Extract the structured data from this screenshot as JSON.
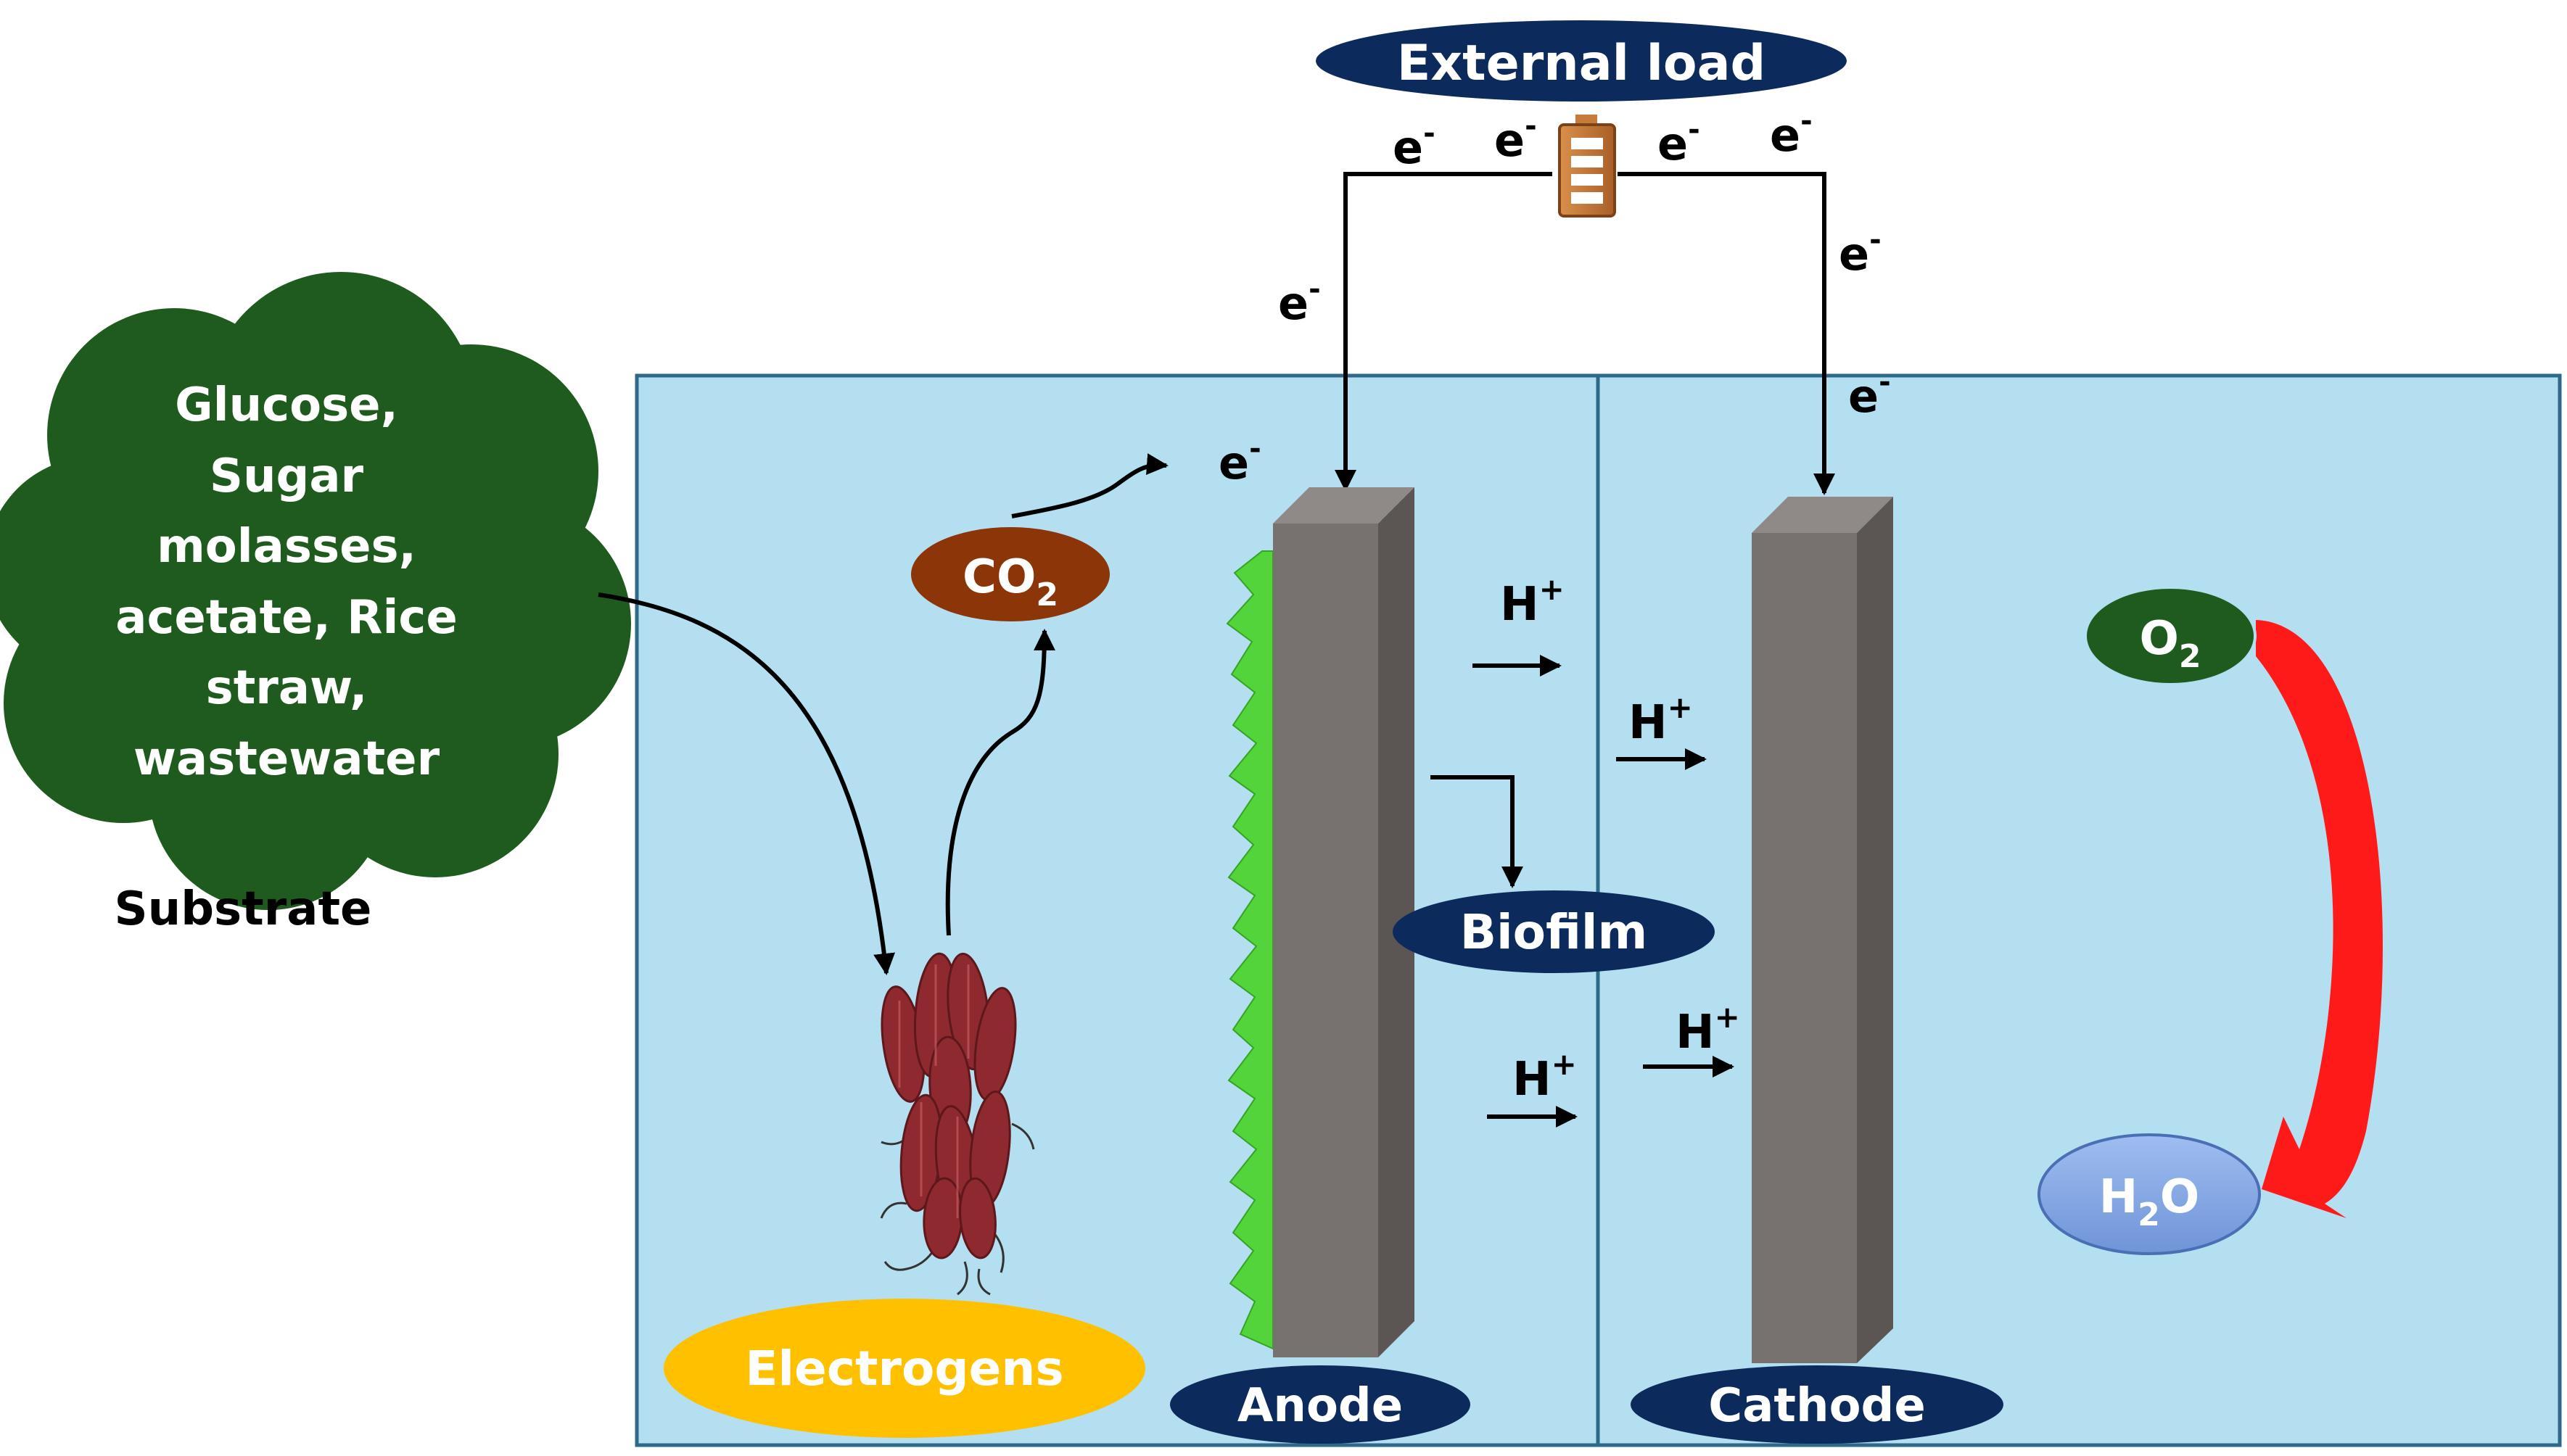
{
  "labels": {
    "external_load": "External load",
    "electron": "e",
    "electron_charge": "-",
    "substrate_lines": [
      "Glucose,",
      "Sugar",
      "molasses,",
      "acetate, Rice",
      "straw,",
      "wastewater"
    ],
    "substrate_caption": "Substrate",
    "co2_main": "CO",
    "co2_sub": "2",
    "proton": "H",
    "proton_charge": "+",
    "biofilm": "Biofilm",
    "o2_main": "O",
    "o2_sub": "2",
    "water_main": "H",
    "water_sub": "2",
    "water_tail": "O",
    "electrogens": "Electrogens",
    "anode": "Anode",
    "cathode": "Cathode"
  },
  "colors": {
    "chamber_fill": "#b3dff1",
    "chamber_stroke": "#2d6a8a",
    "navy_pill": "#0c2a5c",
    "substrate_cloud": "#1f5b1e",
    "co2_fill": "#8b3508",
    "o2_fill": "#1f5b1e",
    "water_fill": "#7ba0e2",
    "electrogens_fill": "#ffc000",
    "electrode_front": "#777270",
    "electrode_side": "#5b5654",
    "electrode_top": "#8f8a88",
    "biofilm_green": "#52d43a",
    "bacteria": "#8e2a2f",
    "red_arrow": "#ff1a1a",
    "battery": "#c67b3a"
  },
  "icons": {
    "battery": "battery-icon",
    "bacteria_cluster": "bacteria-cluster-icon"
  }
}
